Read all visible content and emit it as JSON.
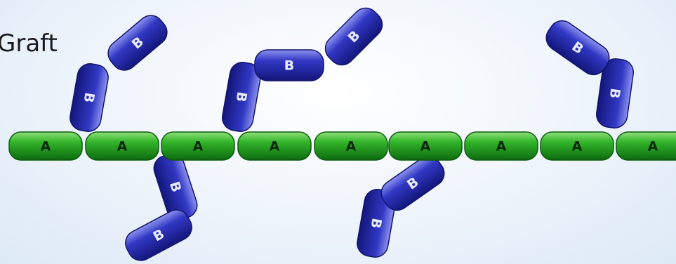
{
  "title": "Graft",
  "backbone": {
    "unit_label": "A",
    "unit_count": 9,
    "color": "#22a01e"
  },
  "branch": {
    "unit_label": "B",
    "color": "#2b2fb0"
  }
}
